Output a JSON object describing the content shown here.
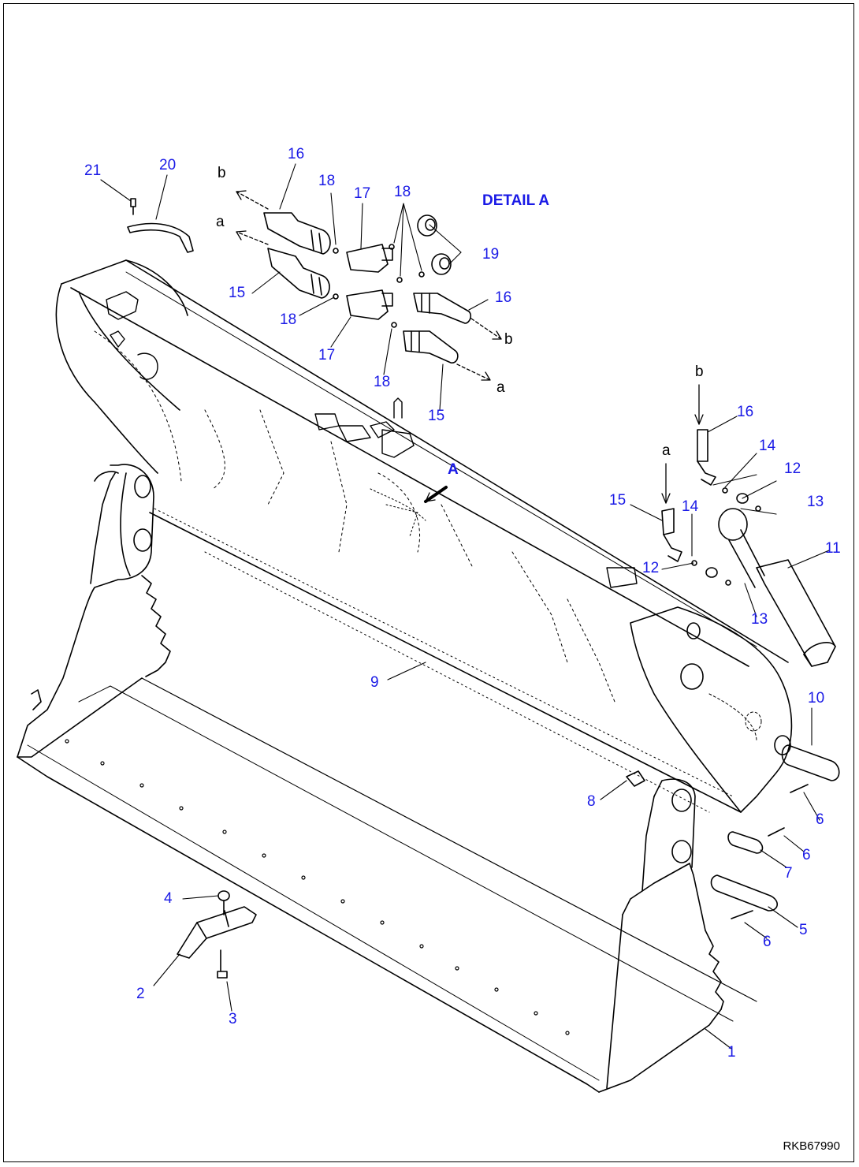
{
  "detail_title": "DETAIL A",
  "detail_marker": "A",
  "drawing_id": "RKB67990",
  "colors": {
    "callout": "#1a1ae6",
    "line": "#000000",
    "background": "#ffffff"
  },
  "refs": {
    "a": "a",
    "b": "b"
  },
  "callouts": {
    "p1": "1",
    "p2": "2",
    "p3": "3",
    "p4": "4",
    "p5": "5",
    "p6a": "6",
    "p6b": "6",
    "p6c": "6",
    "p7": "7",
    "p8": "8",
    "p9": "9",
    "p10": "10",
    "p11": "11",
    "p12a": "12",
    "p12b": "12",
    "p13a": "13",
    "p13b": "13",
    "p14a": "14",
    "p14b": "14",
    "p15a": "15",
    "p15b": "15",
    "p15c": "15",
    "p16a": "16",
    "p16b": "16",
    "p16c": "16",
    "p17a": "17",
    "p17b": "17",
    "p18a": "18",
    "p18b": "18",
    "p18c": "18",
    "p18d": "18",
    "p19": "19",
    "p20": "20",
    "p21": "21"
  }
}
